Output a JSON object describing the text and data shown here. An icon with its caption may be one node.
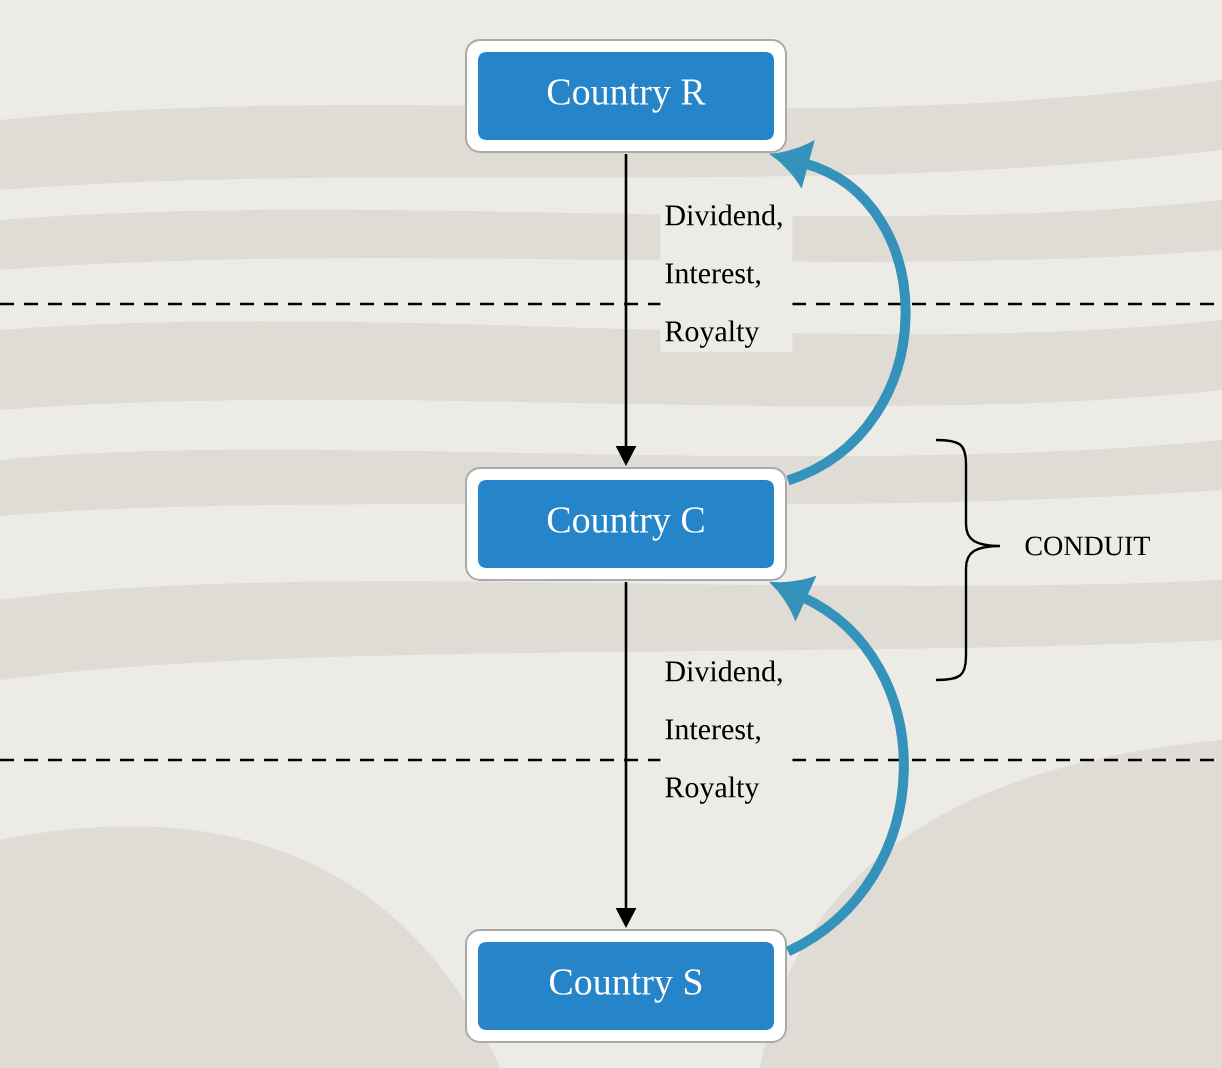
{
  "diagram": {
    "nodes": [
      {
        "text": [
          "Country R"
        ]
      },
      {
        "text": [
          "Country C"
        ]
      },
      {
        "text": [
          "Country S"
        ]
      }
    ],
    "edges": [
      {
        "from": 0,
        "to": 1,
        "arrow": "to",
        "label": "Dividend, Interest, Royalty"
      },
      {
        "from": 1,
        "to": 2,
        "arrow": "to",
        "label": "Dividend, Interest, Royalty"
      },
      {
        "from": 1,
        "to": 0,
        "arrow": "to",
        "style": "thick",
        "color": "#3592bb"
      },
      {
        "from": 2,
        "to": 1,
        "arrow": "to",
        "style": "thick",
        "color": "#3592bb"
      }
    ],
    "labels": [
      "CONDUIT"
    ]
  }
}
